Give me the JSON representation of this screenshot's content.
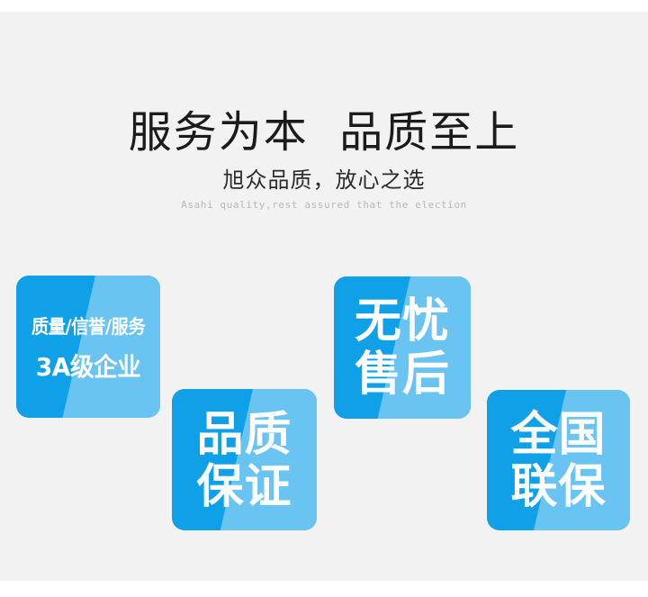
{
  "page": {
    "background_color": "#ffffff",
    "panel_color": "#f2f2f2",
    "accent_blue": "#10a0e8",
    "accent_blue_light": "#6ac4f2"
  },
  "header": {
    "headline": "服务为本  品质至上",
    "subhead_cn": "旭众品质，放心之选",
    "subhead_en": "Asahi quality,rest assured that the election"
  },
  "badges": [
    {
      "name": "3a-enterprise",
      "line_small": "质量/信誉/服务",
      "line_big": "3A级企业"
    },
    {
      "name": "quality-guarantee",
      "line_a": "品质",
      "line_b": "保证"
    },
    {
      "name": "worry-free-after-sales",
      "line_a": "无忧",
      "line_b": "售后"
    },
    {
      "name": "nationwide-warranty",
      "line_a": "全国",
      "line_b": "联保"
    }
  ]
}
